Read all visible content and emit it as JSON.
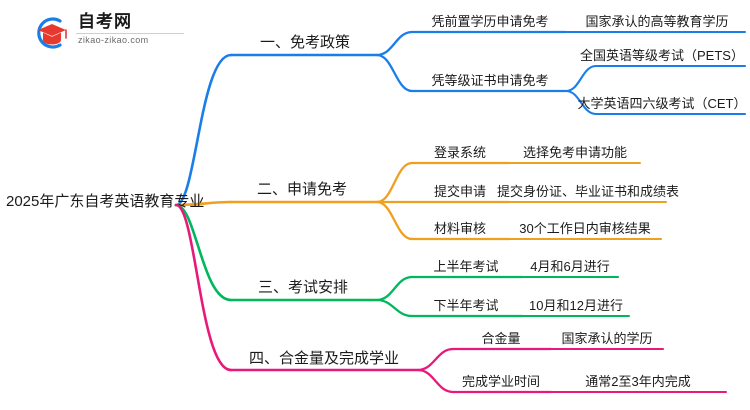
{
  "logo": {
    "cn_name": "自考网",
    "domain": "zikao-zikao.com",
    "mark": "graduation-cap-logo",
    "ring_color": "#1a7ee8",
    "cap_color": "#e8392f"
  },
  "mindmap": {
    "root": {
      "label": "2025年广东自考英语教育专业"
    },
    "branches": [
      {
        "id": "branch-1",
        "label": "一、免考政策",
        "color": "#1a7ee8",
        "children": [
          {
            "label": "凭前置学历申请免考",
            "leaves": [
              {
                "label": "国家承认的高等教育学历"
              }
            ]
          },
          {
            "label": "凭等级证书申请免考",
            "leaves": [
              {
                "label": "全国英语等级考试（PETS）"
              },
              {
                "label": "大学英语四六级考试（CET）"
              }
            ]
          }
        ]
      },
      {
        "id": "branch-2",
        "label": "二、申请免考",
        "color": "#f0a020",
        "children": [
          {
            "label": "登录系统",
            "leaves": [
              {
                "label": "选择免考申请功能"
              }
            ]
          },
          {
            "label": "提交申请",
            "leaves": [
              {
                "label": "提交身份证、毕业证书和成绩表"
              }
            ]
          },
          {
            "label": "材料审核",
            "leaves": [
              {
                "label": "30个工作日内审核结果"
              }
            ]
          }
        ]
      },
      {
        "id": "branch-3",
        "label": "三、考试安排",
        "color": "#00b85c",
        "children": [
          {
            "label": "上半年考试",
            "leaves": [
              {
                "label": "4月和6月进行"
              }
            ]
          },
          {
            "label": "下半年考试",
            "leaves": [
              {
                "label": "10月和12月进行"
              }
            ]
          }
        ]
      },
      {
        "id": "branch-4",
        "label": "四、合金量及完成学业",
        "color": "#e8197a",
        "children": [
          {
            "label": "合金量",
            "leaves": [
              {
                "label": "国家承认的学历"
              }
            ]
          },
          {
            "label": "完成学业时间",
            "leaves": [
              {
                "label": "通常2至3年内完成"
              }
            ]
          }
        ]
      }
    ]
  }
}
